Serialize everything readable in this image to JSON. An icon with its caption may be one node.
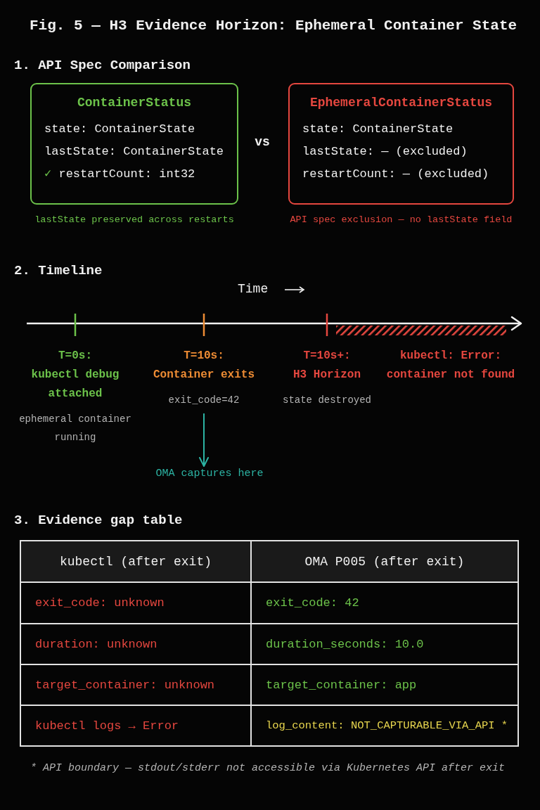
{
  "diagram": {
    "title": "Fig. 5 — H3 Evidence Horizon: Ephemeral Container State",
    "nodes": [
      {
        "text": [
          "ContainerStatus",
          "state: ContainerState",
          "lastState: ContainerState",
          "✓ restartCount: int32"
        ],
        "beside": [
          "lastState preserved across restarts"
        ]
      },
      {
        "text": [
          "EphemeralContainerStatus",
          "state: ContainerState",
          "lastState: — (excluded)",
          "restartCount: — (excluded)"
        ],
        "beside": [
          "API spec exclusion — no lastState field"
        ]
      },
      {
        "text": [
          "T=0s:",
          "kubectl debug attached",
          "ephemeral container running"
        ]
      },
      {
        "text": [
          "T=10s:",
          "Container exits",
          "exit_code=42"
        ]
      },
      {
        "text": [
          "T=10s+:",
          "H3 Horizon",
          "state destroyed"
        ]
      },
      {
        "text": [
          "kubectl: Error: container not found"
        ]
      },
      {
        "text": [
          "OMA captures here"
        ]
      }
    ],
    "edges": [
      {
        "from": 3,
        "to": 6,
        "arrow": "to"
      }
    ],
    "labels": [
      "1. API Spec Comparison",
      "vs",
      "2. Timeline",
      "Time",
      "3. Evidence gap table",
      "kubectl (after exit)",
      "OMA P005 (after exit)",
      "exit_code: unknown",
      "exit_code: 42",
      "duration: unknown",
      "duration_seconds: 10.0",
      "target_container: unknown",
      "target_container: app",
      "kubectl logs → Error",
      "log_content: NOT_CAPTURABLE_VIA_API *",
      "* API boundary — stdout/stderr not accessible via Kubernetes API after exit"
    ]
  }
}
